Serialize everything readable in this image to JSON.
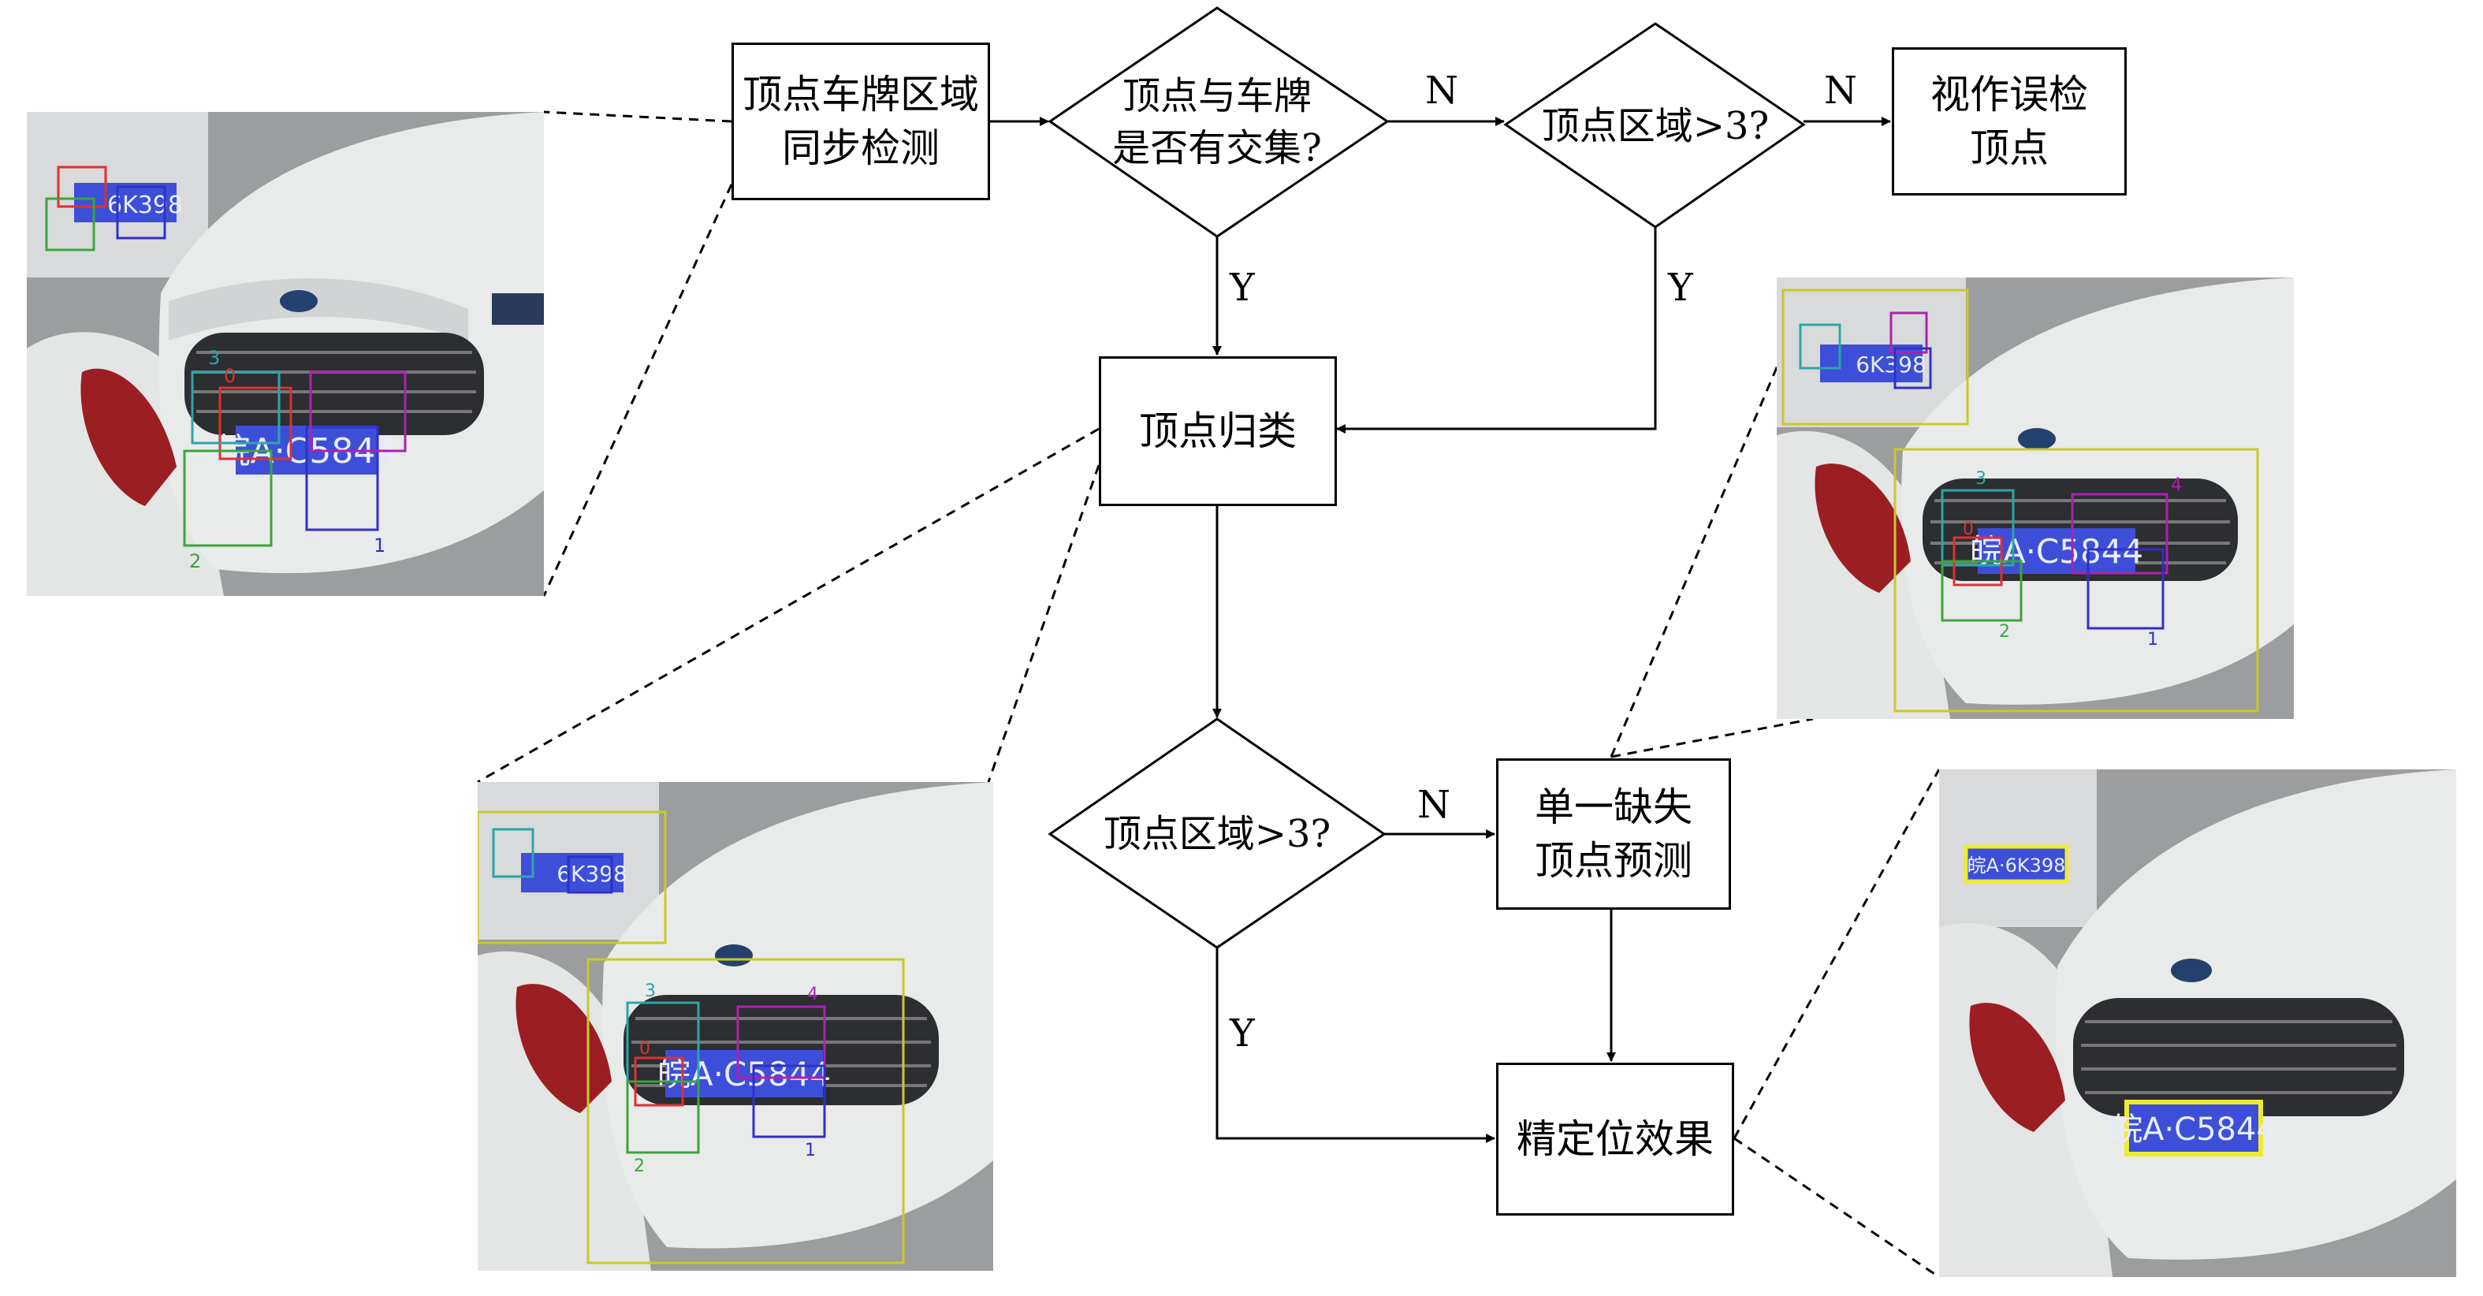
{
  "nodes": {
    "sync_detect": {
      "lines": [
        "顶点车牌区域",
        "同步检测"
      ]
    },
    "intersect": {
      "lines": [
        "顶点与车牌",
        "是否有交集?"
      ]
    },
    "region_top": {
      "lines": [
        "顶点区域>3?"
      ]
    },
    "false_detect": {
      "lines": [
        "视作误检",
        "顶点"
      ]
    },
    "classify": {
      "lines": [
        "顶点归类"
      ]
    },
    "region_mid": {
      "lines": [
        "顶点区域>3?"
      ]
    },
    "missing_pred": {
      "lines": [
        "单一缺失",
        "顶点预测"
      ]
    },
    "precise": {
      "lines": [
        "精定位效果"
      ]
    }
  },
  "edge_labels": {
    "n1": "N",
    "n2": "N",
    "n3": "N",
    "y1": "Y",
    "y2": "Y",
    "y3": "Y"
  },
  "photos": {
    "p1": {
      "plate_far": "6K398",
      "plate_near": "皖A·C5844",
      "vertex_ids": [
        "0",
        "1",
        "2",
        "3"
      ]
    },
    "p2": {
      "plate_far": "6K398",
      "plate_near": "皖A·C5844",
      "vertex_ids": [
        "0",
        "1",
        "2",
        "3",
        "4"
      ]
    },
    "p3": {
      "plate_far": "6K398",
      "plate_near": "皖A·C5844",
      "vertex_ids": [
        "0",
        "1",
        "2",
        "3",
        "4"
      ]
    },
    "p4": {
      "plate_far": "皖A·6K398",
      "plate_near": "皖A·C5844"
    }
  },
  "colors": {
    "red": "#e03030",
    "green": "#3aa63a",
    "blue": "#3030c8",
    "cyan": "#2aa7a7",
    "magenta": "#b020b0",
    "yellow": "#c9c92a",
    "plate": "#3d4fd8"
  }
}
